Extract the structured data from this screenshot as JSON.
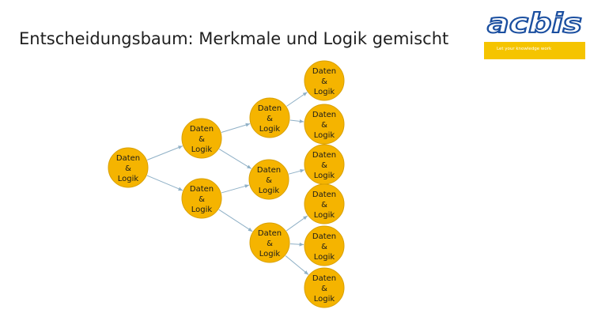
{
  "slide": {
    "title": "Entscheidungsbaum: Merkmale und Logik gemischt"
  },
  "logo": {
    "wordmark": "acbis",
    "tagline": "Let your knowledge work"
  },
  "colors": {
    "node_fill": "#f5b400",
    "edge": "#8fb0c6",
    "logo_blue": "#1b4fa0",
    "logo_yellow": "#f5c400"
  },
  "diagram": {
    "type": "decision-tree",
    "nodes": [
      {
        "id": "root",
        "lines": [
          "Daten",
          "&",
          "Logik"
        ]
      },
      {
        "id": "l1a",
        "lines": [
          "Daten",
          "&",
          "Logik"
        ]
      },
      {
        "id": "l1b",
        "lines": [
          "Daten",
          "&",
          "Logik"
        ]
      },
      {
        "id": "l2a",
        "lines": [
          "Daten",
          "&",
          "Logik"
        ]
      },
      {
        "id": "l2b",
        "lines": [
          "Daten",
          "&",
          "Logik"
        ]
      },
      {
        "id": "l2c",
        "lines": [
          "Daten",
          "&",
          "Logik"
        ]
      },
      {
        "id": "l3a",
        "lines": [
          "Daten",
          "&",
          "Logik"
        ]
      },
      {
        "id": "l3b",
        "lines": [
          "Daten",
          "&",
          "Logik"
        ]
      },
      {
        "id": "l3c",
        "lines": [
          "Daten",
          "&",
          "Logik"
        ]
      },
      {
        "id": "l3d",
        "lines": [
          "Daten",
          "&",
          "Logik"
        ]
      },
      {
        "id": "l3e",
        "lines": [
          "Daten",
          "&",
          "Logik"
        ]
      },
      {
        "id": "l3f",
        "lines": [
          "Daten",
          "&",
          "Logik"
        ]
      }
    ],
    "edges": [
      [
        "root",
        "l1a"
      ],
      [
        "root",
        "l1b"
      ],
      [
        "l1a",
        "l2a"
      ],
      [
        "l1a",
        "l2b"
      ],
      [
        "l1b",
        "l2b"
      ],
      [
        "l1b",
        "l2c"
      ],
      [
        "l2a",
        "l3a"
      ],
      [
        "l2a",
        "l3b"
      ],
      [
        "l2b",
        "l3c"
      ],
      [
        "l2c",
        "l3d"
      ],
      [
        "l2c",
        "l3e"
      ],
      [
        "l2c",
        "l3f"
      ]
    ]
  }
}
